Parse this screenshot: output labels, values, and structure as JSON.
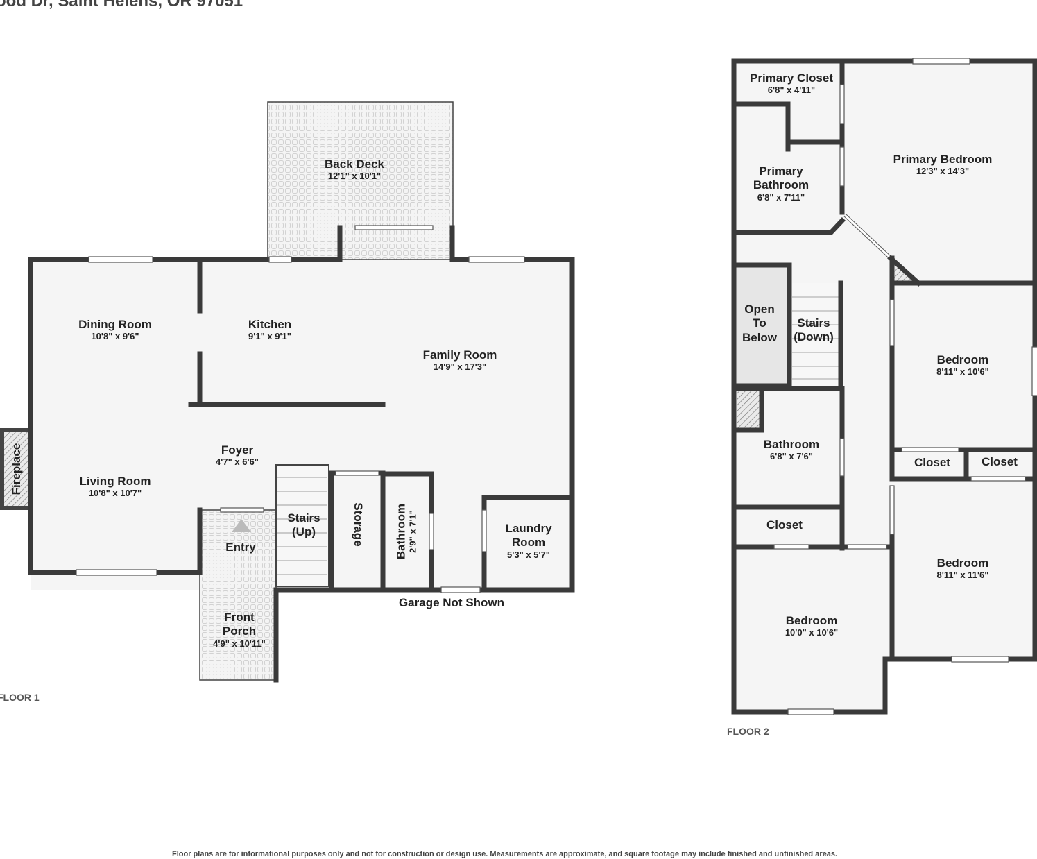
{
  "address": "ood Dr, Saint Helens, OR 97051",
  "floor1": {
    "label": "FLOOR 1",
    "rooms": {
      "back_deck": {
        "name": "Back Deck",
        "dim": "12'1\" x 10'1\""
      },
      "dining_room": {
        "name": "Dining Room",
        "dim": "10'8\" x 9'6\""
      },
      "kitchen": {
        "name": "Kitchen",
        "dim": "9'1\" x 9'1\""
      },
      "family_room": {
        "name": "Family Room",
        "dim": "14'9\" x 17'3\""
      },
      "foyer": {
        "name": "Foyer",
        "dim": "4'7\" x 6'6\""
      },
      "living_room": {
        "name": "Living Room",
        "dim": "10'8\" x 10'7\""
      },
      "entry": {
        "name": "Entry"
      },
      "stairs_up": {
        "name": "Stairs",
        "name2": "(Up)"
      },
      "storage": {
        "name": "Storage"
      },
      "bathroom": {
        "name": "Bathroom",
        "dim": "2'9\" x 7'1\""
      },
      "laundry_room": {
        "name": "Laundry",
        "name2": "Room",
        "dim": "5'3\" x 5'7\""
      },
      "front_porch": {
        "name": "Front",
        "name2": "Porch",
        "dim": "4'9\" x 10'11\""
      },
      "fireplace": {
        "name": "Fireplace"
      }
    },
    "garage_note": "Garage Not Shown"
  },
  "floor2": {
    "label": "FLOOR 2",
    "rooms": {
      "primary_closet": {
        "name": "Primary Closet",
        "dim": "6'8\" x 4'11\""
      },
      "primary_bedroom": {
        "name": "Primary Bedroom",
        "dim": "12'3\" x 14'3\""
      },
      "primary_bathroom": {
        "name": "Primary",
        "name2": "Bathroom",
        "dim": "6'8\" x 7'11\""
      },
      "open_to_below": {
        "name": "Open",
        "name2": "To",
        "name3": "Below"
      },
      "stairs_down": {
        "name": "Stairs",
        "name2": "(Down)"
      },
      "bedroom_right_top": {
        "name": "Bedroom",
        "dim": "8'11\" x 10'6\""
      },
      "bathroom": {
        "name": "Bathroom",
        "dim": "6'8\" x 7'6\""
      },
      "closet_a": {
        "name": "Closet"
      },
      "closet_b": {
        "name": "Closet"
      },
      "closet_c": {
        "name": "Closet"
      },
      "bedroom_right_bottom": {
        "name": "Bedroom",
        "dim": "8'11\" x 11'6\""
      },
      "bedroom_bottom": {
        "name": "Bedroom",
        "dim": "10'0\" x 10'6\""
      }
    }
  },
  "disclaimer": "Floor plans are for informational purposes only and not for construction or design use. Measurements are approximate, and square footage may include finished and unfinished areas."
}
